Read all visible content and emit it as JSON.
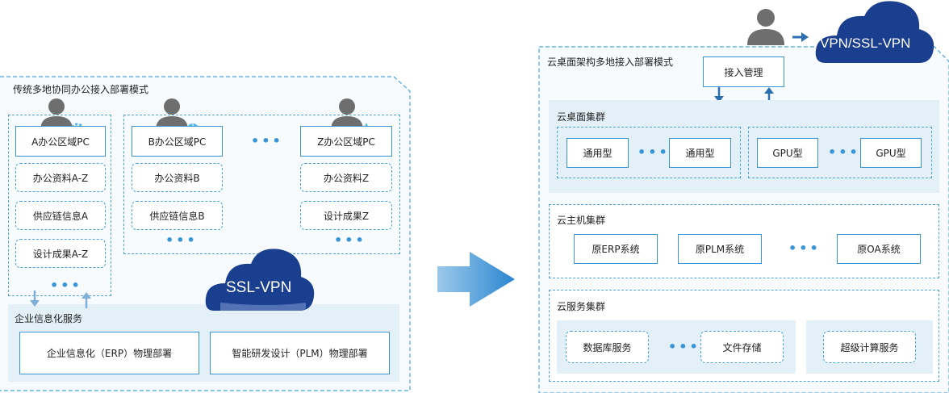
{
  "left": {
    "title": "传统多地协同办公接入部署模式",
    "group_a": {
      "pc": "A办公区域PC",
      "items": [
        "办公资料A-Z",
        "供应链信息A",
        "设计成果A-Z"
      ]
    },
    "group_b": {
      "pc": "B办公区域PC",
      "items": [
        "办公资料B",
        "供应链信息B"
      ]
    },
    "group_z": {
      "pc": "Z办公区域PC",
      "items": [
        "办公资料Z",
        "设计成果Z"
      ]
    },
    "vpn": "SSL-VPN",
    "services": {
      "title": "企业信息化服务",
      "erp": "企业信息化（ERP）物理部署",
      "plm": "智能研发设计（PLM）物理部署"
    }
  },
  "right": {
    "title": "云桌面架构多地接入部署模式",
    "vpn": "VPN/SSL-VPN",
    "access": "接入管理",
    "desktop_cluster": {
      "title": "云桌面集群",
      "general": [
        "通用型",
        "通用型"
      ],
      "gpu": [
        "GPU型",
        "GPU型"
      ]
    },
    "host_cluster": {
      "title": "云主机集群",
      "items": [
        "原ERP系统",
        "原PLM系统",
        "原OA系统"
      ]
    },
    "service_cluster": {
      "title": "云服务集群",
      "items": [
        "数据库服务",
        "文件存储",
        "超级计算服务"
      ]
    }
  },
  "colors": {
    "accent": "#3a95d6",
    "panel": "#f7fbfd",
    "band": "#e3f0f8",
    "cloud": "#1b3f8f",
    "person": "#6e6e6e"
  }
}
